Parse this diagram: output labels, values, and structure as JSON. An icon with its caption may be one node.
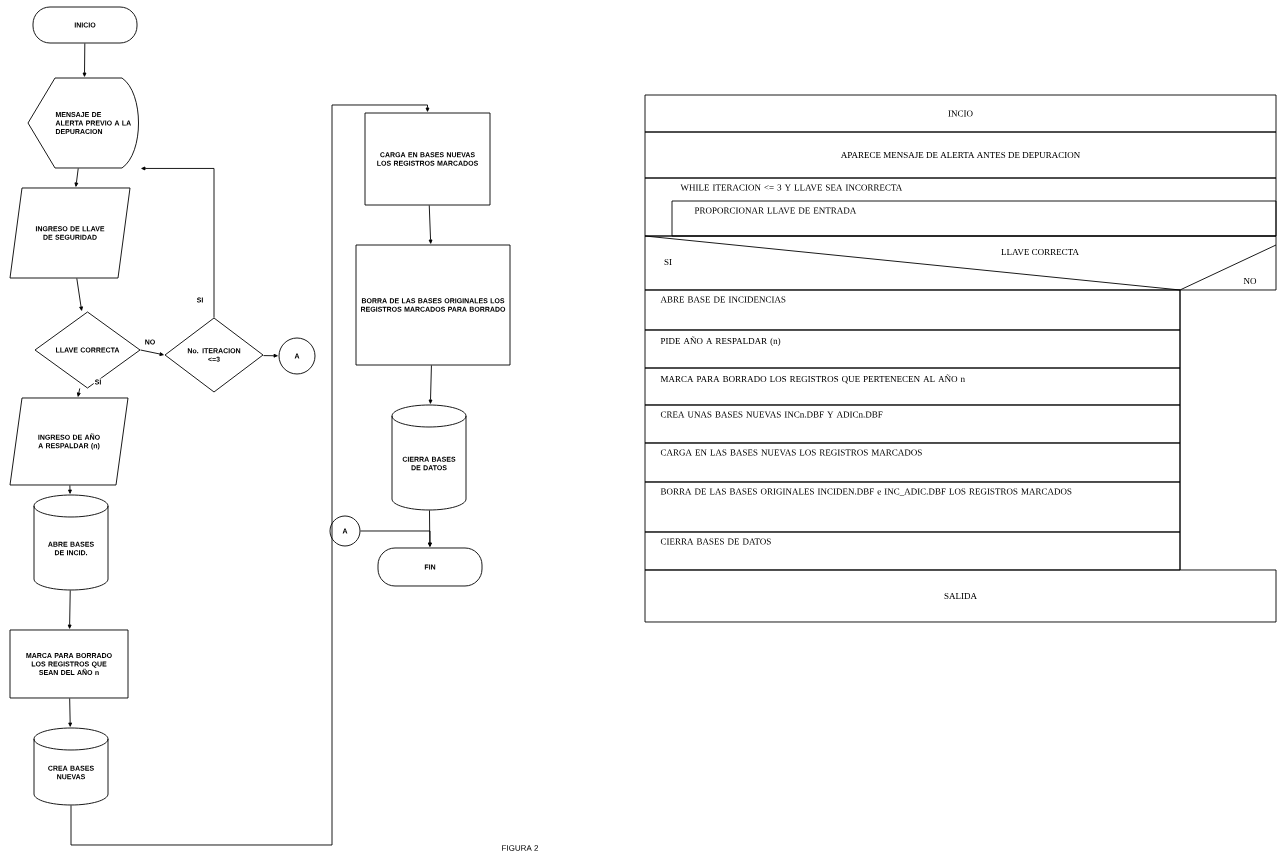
{
  "diagram": {
    "caption": "FIGURA 2",
    "nodes": [
      {
        "text": [
          "INICIO"
        ]
      },
      {
        "text": [
          "MENSAJE DE ALERTA PREVIO A LA DEPURACION"
        ]
      },
      {
        "text": [
          "INGRESO DE LLAVE DE SEGURIDAD"
        ]
      },
      {
        "text": [
          "LLAVE CORRECTA"
        ]
      },
      {
        "text": [
          "No. ITERACION <=3"
        ]
      },
      {
        "text": [
          "A"
        ]
      },
      {
        "text": [
          "INGRESO DE AÑO A RESPALDAR (n)"
        ]
      },
      {
        "text": [
          "ABRE BASES DE INCID."
        ]
      },
      {
        "text": [
          "MARCA PARA BORRADO LOS REGISTROS QUE SEAN DEL AÑO n"
        ]
      },
      {
        "text": [
          "CREA BASES NUEVAS"
        ]
      },
      {
        "text": [
          "CARGA EN BASES NUEVAS LOS REGISTROS MARCADOS"
        ]
      },
      {
        "text": [
          "BORRA DE LAS BASES ORIGINALES LOS REGISTROS MARCADOS PARA BORRADO"
        ]
      },
      {
        "text": [
          "CIERRA BASES DE DATOS"
        ]
      },
      {
        "text": [
          "A"
        ]
      },
      {
        "text": [
          "FIN"
        ]
      },
      {
        "text": [
          "INCIO"
        ]
      },
      {
        "text": [
          "APARECE MENSAJE DE ALERTA ANTES DE DEPURACION"
        ]
      },
      {
        "text": [
          "WHILE ITERACION <= 3 Y LLAVE SEA INCORRECTA"
        ]
      },
      {
        "text": [
          "PROPORCIONAR LLAVE DE ENTRADA"
        ],
        "in": 17
      },
      {
        "text": [
          "LLAVE CORRECTA",
          "SI",
          "NO"
        ]
      },
      {
        "text": [
          "ABRE BASE DE INCIDENCIAS"
        ]
      },
      {
        "text": [
          "PIDE AÑO A RESPALDAR (n)"
        ]
      },
      {
        "text": [
          "MARCA PARA BORRADO LOS REGISTROS QUE PERTENECEN AL AÑO n"
        ]
      },
      {
        "text": [
          "CREA UNAS BASES NUEVAS INCn.DBF Y ADICn.DBF"
        ]
      },
      {
        "text": [
          "CARGA EN LAS BASES NUEVAS LOS REGISTROS MARCADOS"
        ]
      },
      {
        "text": [
          "BORRA DE LAS BASES ORIGINALES INCIDEN.DBF e INC_ADIC.DBF LOS REGISTROS MARCADOS"
        ]
      },
      {
        "text": [
          "CIERRA BASES DE DATOS"
        ]
      },
      {
        "text": [
          "SALIDA"
        ]
      }
    ],
    "edges": [
      {
        "from": 0,
        "to": 1,
        "arrow": "to"
      },
      {
        "from": 1,
        "to": 2,
        "arrow": "to"
      },
      {
        "from": 2,
        "to": 3,
        "arrow": "to"
      },
      {
        "from": 3,
        "to": 4,
        "arrow": "to",
        "label": "NO"
      },
      {
        "from": 3,
        "to": 6,
        "arrow": "to",
        "label": "SI"
      },
      {
        "from": 4,
        "to": 1,
        "arrow": "to",
        "label": "SI"
      },
      {
        "from": 4,
        "to": 5,
        "arrow": "to"
      },
      {
        "from": 6,
        "to": 7,
        "arrow": "to"
      },
      {
        "from": 7,
        "to": 8,
        "arrow": "to"
      },
      {
        "from": 8,
        "to": 9,
        "arrow": "to"
      },
      {
        "from": 9,
        "to": 10,
        "arrow": "to"
      },
      {
        "from": 10,
        "to": 11,
        "arrow": "to"
      },
      {
        "from": 11,
        "to": 12,
        "arrow": "to"
      },
      {
        "from": 12,
        "to": 14,
        "arrow": "to"
      },
      {
        "from": 13,
        "to": 14,
        "arrow": "to"
      }
    ]
  }
}
